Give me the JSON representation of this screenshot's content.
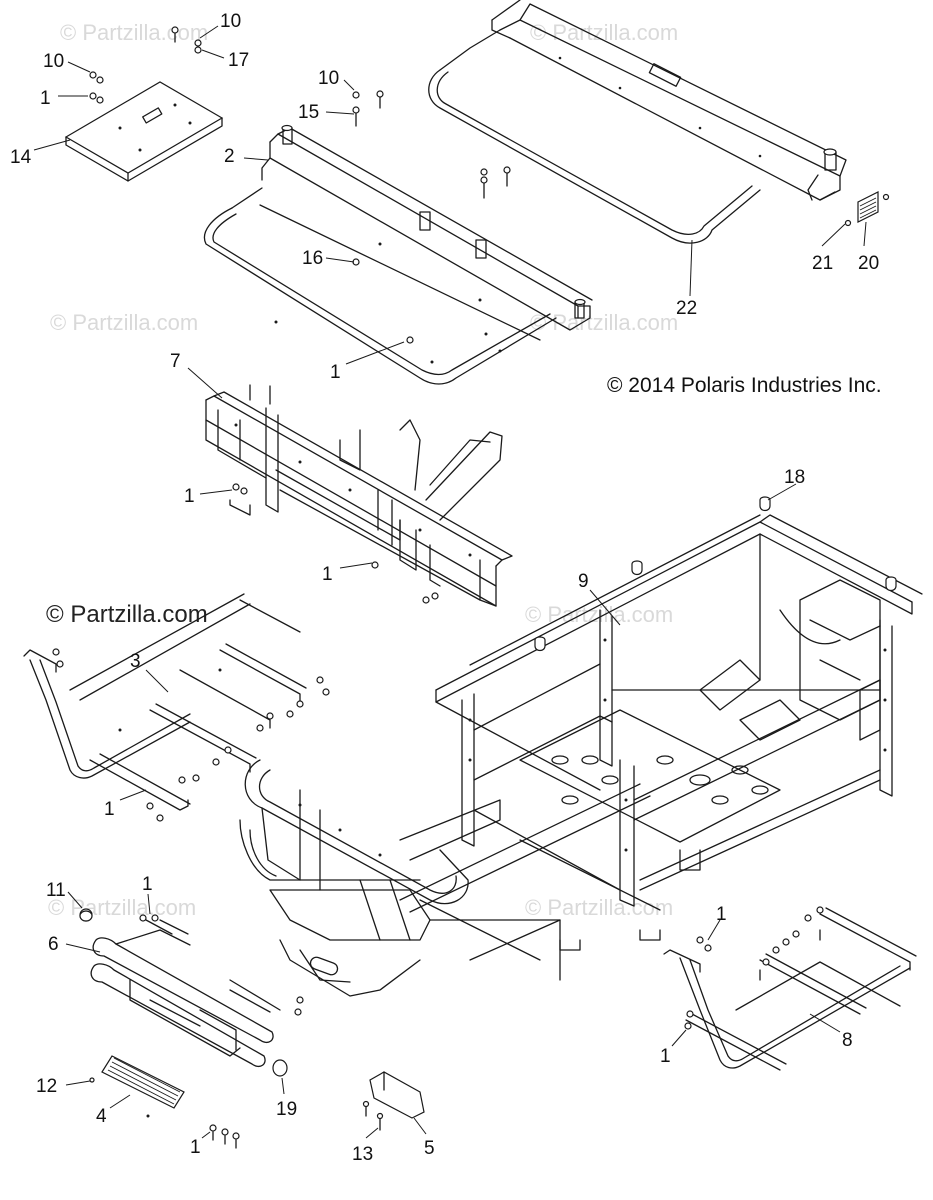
{
  "copyright": "© 2014 Polaris Industries Inc.",
  "watermark": "© Partzilla.com",
  "callouts": [
    "10",
    "10",
    "17",
    "1",
    "14",
    "2",
    "10",
    "15",
    "16",
    "1",
    "22",
    "21",
    "20",
    "7",
    "1",
    "18",
    "1",
    "9",
    "3",
    "1",
    "11",
    "1",
    "6",
    "12",
    "4",
    "1",
    "19",
    "13",
    "5",
    "1",
    "1",
    "8"
  ],
  "colors": {
    "line": "#1a1a1a",
    "watermark": "#d9d9d9",
    "background": "#ffffff"
  }
}
